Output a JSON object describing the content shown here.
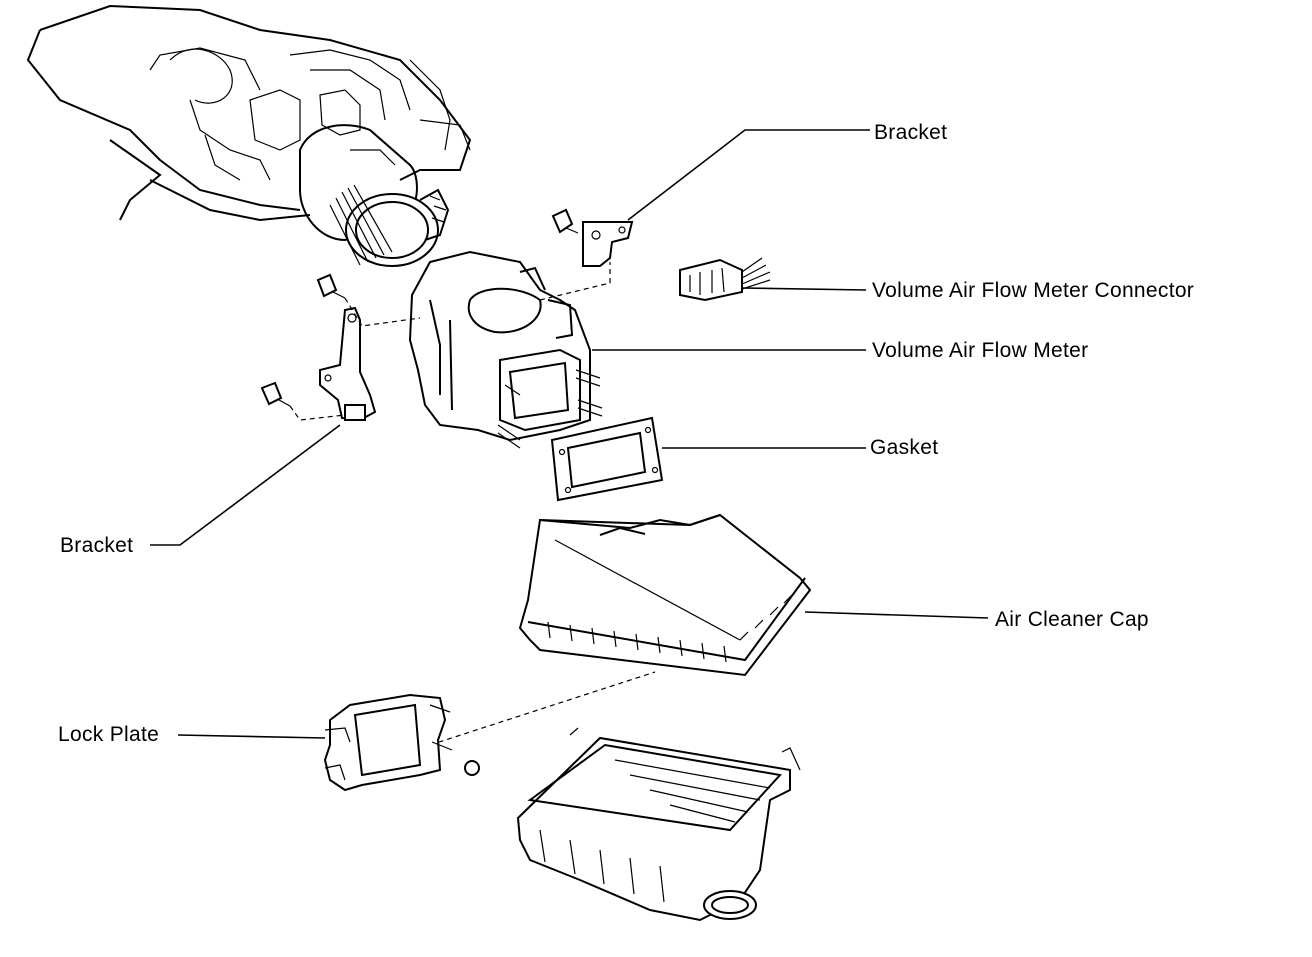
{
  "labels": {
    "bracket_upper": "Bracket",
    "connector": "Volume Air Flow Meter Connector",
    "meter": "Volume Air Flow Meter",
    "gasket": "Gasket",
    "bracket_lower": "Bracket",
    "air_cleaner_cap": "Air Cleaner Cap",
    "lock_plate": "Lock Plate"
  }
}
